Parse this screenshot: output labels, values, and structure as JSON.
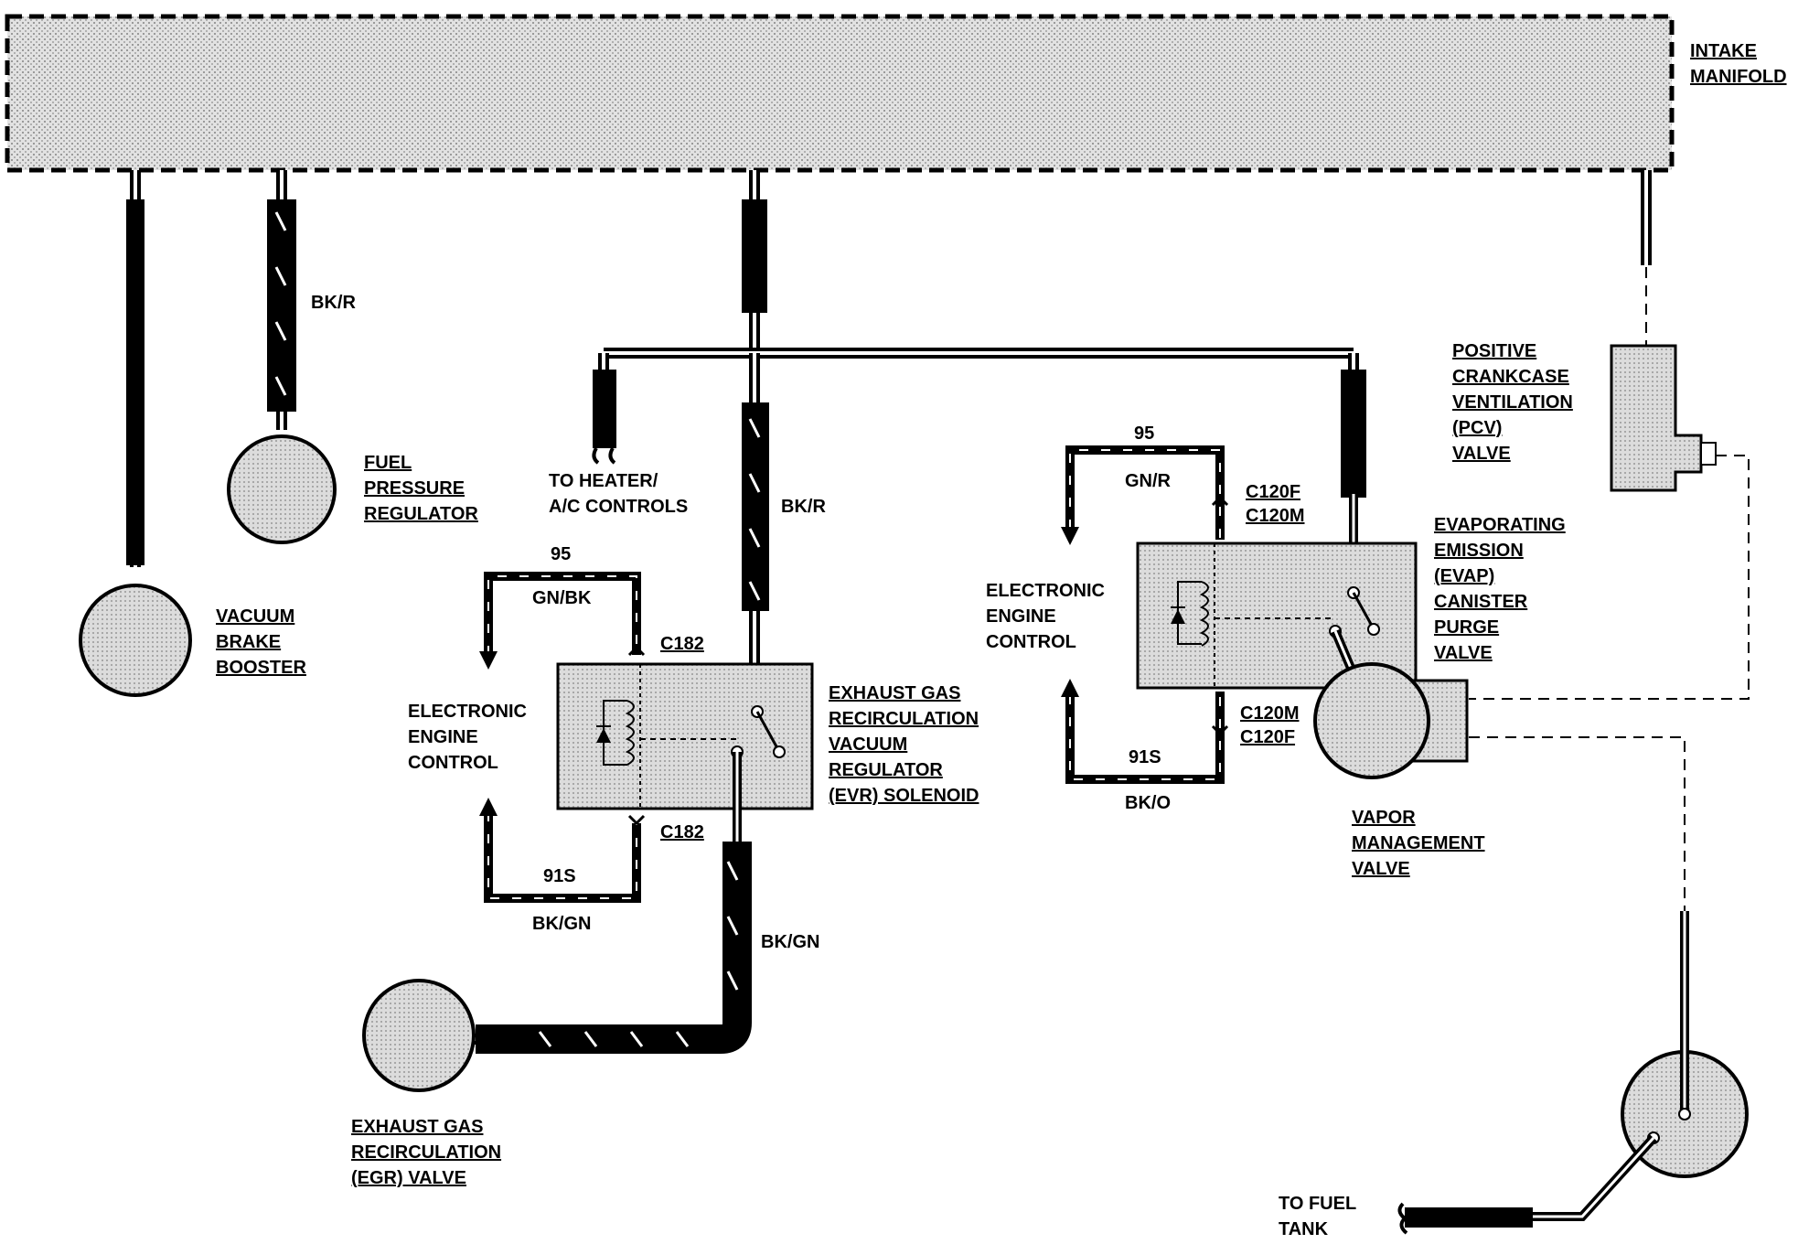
{
  "components": {
    "intake_manifold": [
      "INTAKE",
      "MANIFOLD"
    ],
    "fuel_pressure_regulator": [
      "FUEL",
      "PRESSURE",
      "REGULATOR"
    ],
    "vacuum_brake_booster": [
      "VACUUM",
      "BRAKE",
      "BOOSTER"
    ],
    "heater_ac": [
      "TO HEATER/",
      "A/C CONTROLS"
    ],
    "egr_valve": [
      "EXHAUST GAS",
      "RECIRCULATION",
      "(EGR) VALVE"
    ],
    "evr_solenoid": [
      "EXHAUST GAS",
      "RECIRCULATION",
      "VACUUM",
      "REGULATOR",
      "(EVR) SOLENOID"
    ],
    "eec_left": [
      "ELECTRONIC",
      "ENGINE",
      "CONTROL"
    ],
    "eec_right": [
      "ELECTRONIC",
      "ENGINE",
      "CONTROL"
    ],
    "pcv_valve": [
      "POSITIVE",
      "CRANKCASE",
      "VENTILATION",
      "(PCV)",
      "VALVE"
    ],
    "evap_purge": [
      "EVAPORATING",
      "EMISSION",
      "(EVAP)",
      "CANISTER",
      "PURGE",
      "VALVE"
    ],
    "vapor_valve": [
      "VAPOR",
      "MANAGEMENT",
      "VALVE"
    ],
    "fuel_tank": [
      "TO FUEL",
      "TANK"
    ]
  },
  "hose_labels": {
    "fpr_hose": "BK/R",
    "center_hose": "BK/R",
    "egr_hose": "BK/GN"
  },
  "wires": {
    "left_top_circuit": "95",
    "left_top_color": "GN/BK",
    "left_bottom_circuit": "91S",
    "left_bottom_color": "BK/GN",
    "right_top_circuit": "95",
    "right_top_color": "GN/R",
    "right_bottom_circuit": "91S",
    "right_bottom_color": "BK/O"
  },
  "connectors": {
    "left_top": "C182",
    "left_bottom": "C182",
    "right_top": [
      "C120F",
      "C120M"
    ],
    "right_bottom": [
      "C120M",
      "C120F"
    ]
  },
  "colors": {
    "ink": "#000000",
    "component_fill": "#d4d4d4",
    "manifold_fill": "#cfcfcf",
    "background": "#ffffff"
  }
}
